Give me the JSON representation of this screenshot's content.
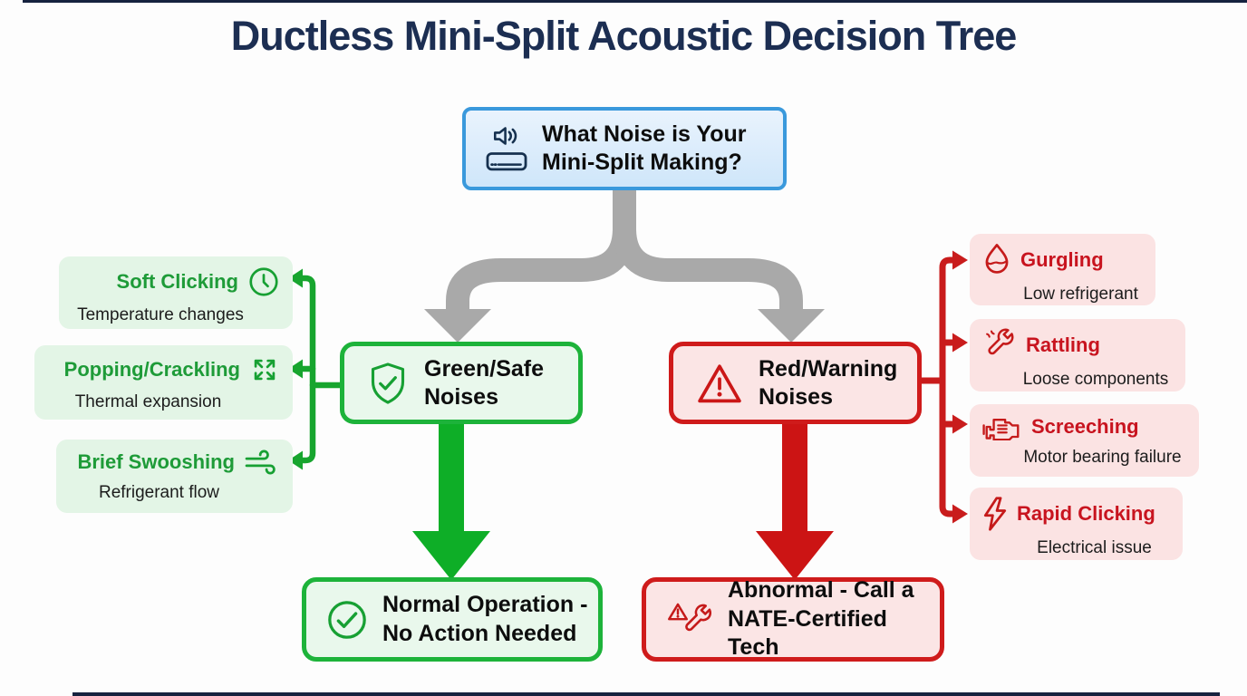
{
  "title": "Ductless Mini-Split Acoustic Decision Tree",
  "root_question": {
    "icons": [
      "speaker-icon",
      "ac-unit-icon"
    ],
    "line1": "What Noise is Your",
    "line2": "Mini-Split Making?"
  },
  "branches": {
    "green": {
      "icon": "shield-check-icon",
      "line1": "Green/Safe",
      "line2": "Noises"
    },
    "red": {
      "icon": "warning-triangle-icon",
      "line1": "Red/Warning",
      "line2": "Noises"
    }
  },
  "green_leaves": [
    {
      "title": "Soft Clicking",
      "subtitle": "Temperature changes",
      "icon": "clock-icon"
    },
    {
      "title": "Popping/Crackling",
      "subtitle": "Thermal expansion",
      "icon": "expand-arrows-icon"
    },
    {
      "title": "Brief Swooshing",
      "subtitle": "Refrigerant flow",
      "icon": "wind-icon"
    }
  ],
  "red_leaves": [
    {
      "title": "Gurgling",
      "subtitle": "Low refrigerant",
      "icon": "droplet-icon"
    },
    {
      "title": "Rattling",
      "subtitle": "Loose components",
      "icon": "wrench-icon"
    },
    {
      "title": "Screeching",
      "subtitle": "Motor bearing failure",
      "icon": "motor-icon"
    },
    {
      "title": "Rapid Clicking",
      "subtitle": "Electrical issue",
      "icon": "lightning-icon"
    }
  ],
  "outcomes": {
    "green": {
      "icon": "check-circle-icon",
      "line1": "Normal Operation -",
      "line2": "No Action Needed"
    },
    "red": {
      "icon": "warning-wrench-icon",
      "line1": "Abnormal - Call a",
      "line2": "NATE-Certified Tech"
    }
  },
  "colors": {
    "title_navy": "#1c2e52",
    "blue_border": "#3a99dc",
    "blue_fill": "#d9eafb",
    "green_border": "#1db33a",
    "green_fill": "#e3f5e6",
    "green_text": "#1e9b38",
    "green_arrow": "#0eae27",
    "red_border": "#cf1b1b",
    "red_fill": "#fbe3e3",
    "red_text": "#c8141f",
    "red_arrow": "#cc1414",
    "gray_arrow": "#a9a9a9"
  }
}
